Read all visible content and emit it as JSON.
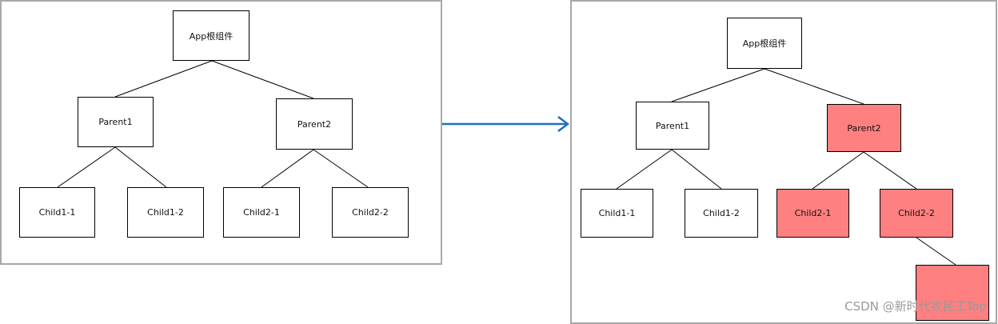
{
  "colors": {
    "highlight": "#ff8080",
    "arrow": "#1f6fbf",
    "panel_border": "#a8a8a8"
  },
  "left_tree": {
    "root": "App根组件",
    "parent1": "Parent1",
    "parent2": "Parent2",
    "child1_1": "Child1-1",
    "child1_2": "Child1-2",
    "child2_1": "Child2-1",
    "child2_2": "Child2-2"
  },
  "right_tree": {
    "root": "App根组件",
    "parent1": "Parent1",
    "parent2": "Parent2",
    "child1_1": "Child1-1",
    "child1_2": "Child1-2",
    "child2_1": "Child2-1",
    "child2_2": "Child2-2",
    "highlighted": [
      "parent2",
      "child2_1",
      "child2_2",
      "grandchild"
    ]
  },
  "watermark": "CSDN @新时代农民工Top"
}
